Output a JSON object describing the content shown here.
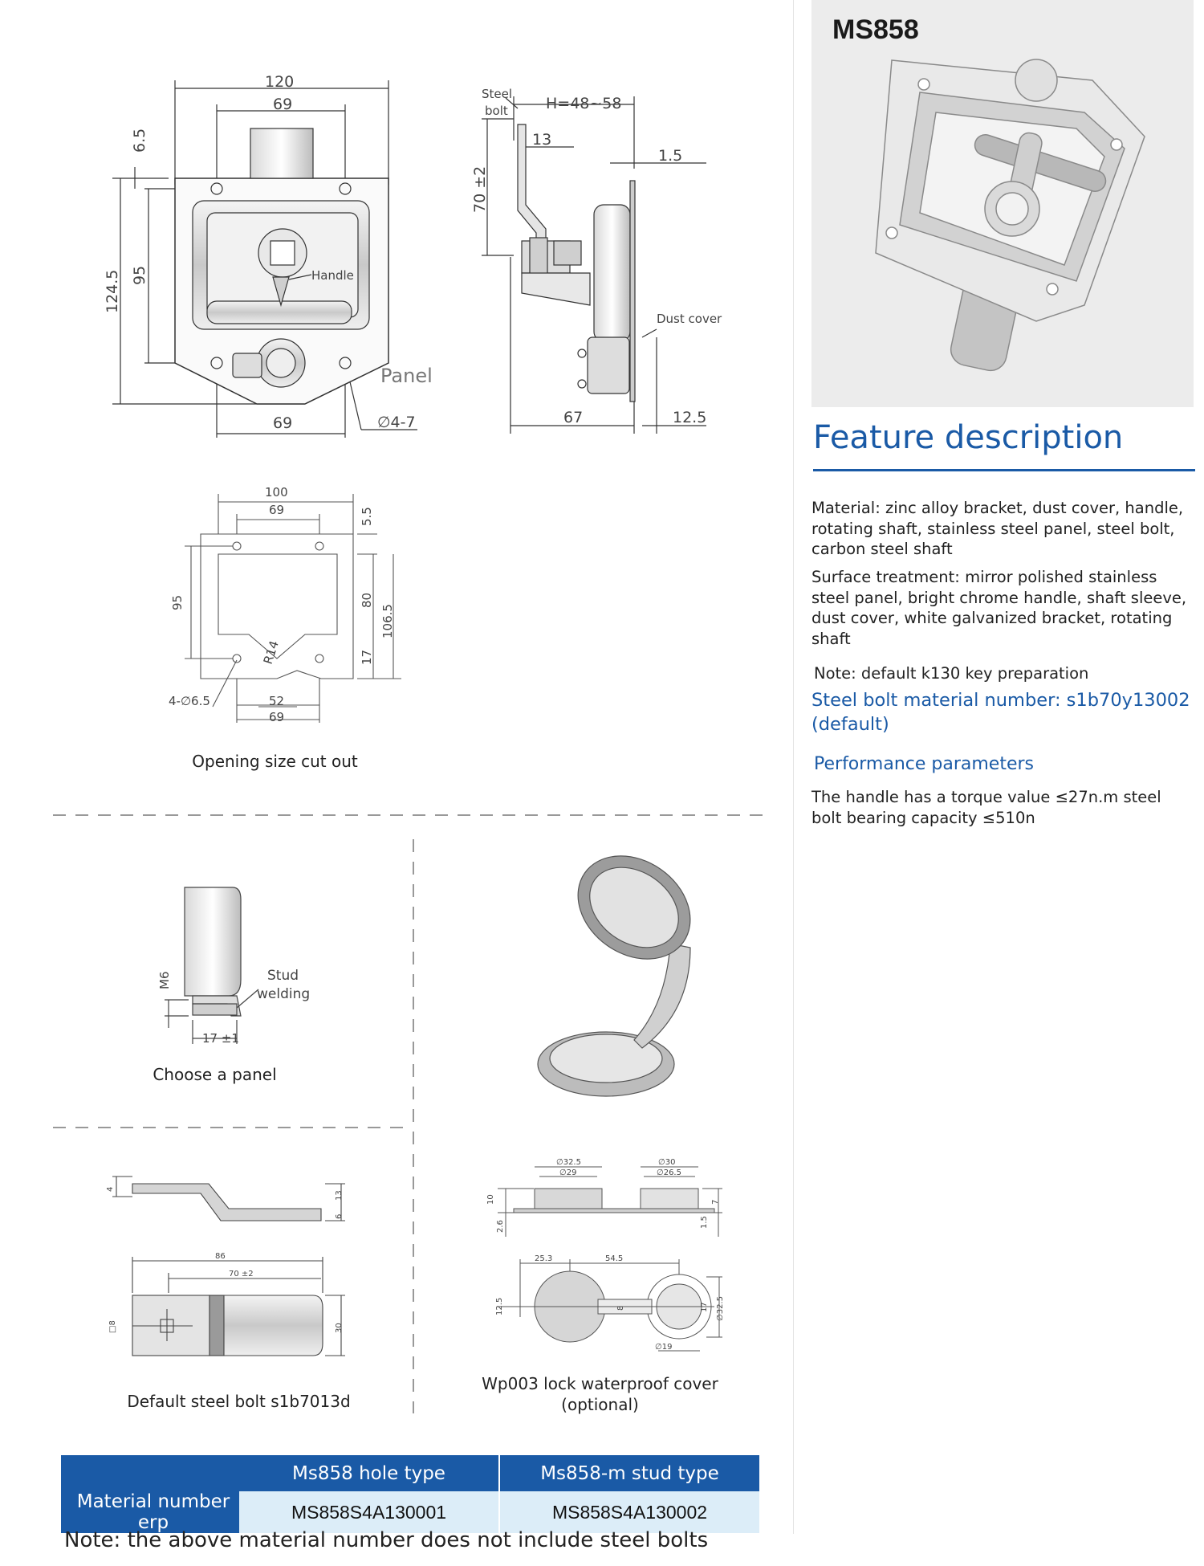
{
  "model": "MS858",
  "feature": {
    "title": "Feature description",
    "material": "Material: zinc alloy bracket, dust cover, handle, rotating shaft, stainless steel panel, steel bolt, carbon steel shaft",
    "surface": "Surface treatment: mirror polished stainless steel panel, bright chrome handle, shaft sleeve, dust cover, white galvanized bracket, rotating shaft",
    "key_note": "Note: default k130 key preparation",
    "bolt_material": "Steel bolt material number: s1b70y13002 (default)",
    "performance_title": "Performance parameters",
    "performance": "The handle has a torque value ≤27n.m steel bolt bearing capacity ≤510n"
  },
  "front_view": {
    "width_total": "120",
    "width_holes": "69",
    "top_offset": "6.5",
    "height_total": "124.5",
    "height_holes": "95",
    "bottom_spacing": "69",
    "hole_dia": "∅4-7",
    "handle_label": "Handle",
    "panel_label": "Panel"
  },
  "side_view": {
    "bolt_label_1": "Steel",
    "bolt_label_2": "bolt",
    "h_range": "H=48~58",
    "bolt_offset": "13",
    "panel_thickness": "1.5",
    "bolt_height": "70 ±2",
    "dust_cover_label": "Dust cover",
    "depth": "67",
    "cover_depth": "12.5"
  },
  "cutout": {
    "width_total": "100",
    "width_holes": "69",
    "top_margin": "5.5",
    "height_holes": "95",
    "inner_height": "80",
    "total_height": "106.5",
    "bottom": "17",
    "radius": "R14",
    "notch_width": "52",
    "bottom_spacing": "69",
    "hole_spec": "4-∅6.5",
    "caption": "Opening size cut out"
  },
  "stud_panel": {
    "thread": "M6",
    "label_1": "Stud",
    "label_2": "welding",
    "length": "17 ±1",
    "caption": "Choose a panel"
  },
  "bolt_drawing": {
    "thickness": "4",
    "rise": "13",
    "tip": "6",
    "length_total": "86",
    "length_main": "70 ±2",
    "square": "□8",
    "width": "30",
    "caption": "Default steel bolt s1b7013d"
  },
  "cover_drawing": {
    "d_outer_1": "∅32.5",
    "d_inner_1": "∅29",
    "d_outer_2": "∅30",
    "d_inner_2": "∅26.5",
    "h_left": "10",
    "h_base": "2.6",
    "h_right": "7",
    "h_right_base": "1.5",
    "center_offset": "25.3",
    "center_distance": "54.5",
    "left_height": "12.5",
    "strap_width": "8",
    "right_inner": "17",
    "right_outer": "∅32.5",
    "bottom_dia": "∅19",
    "caption_1": "Wp003 lock waterproof cover",
    "caption_2": "(optional)"
  },
  "table": {
    "col_1": "Ms858 hole type",
    "col_2": "Ms858-m stud type",
    "row_label": "Material number erp",
    "val_1": "MS858S4A130001",
    "val_2": "MS858S4A130002"
  },
  "footer_note": "Note: the above material number does not include steel bolts"
}
